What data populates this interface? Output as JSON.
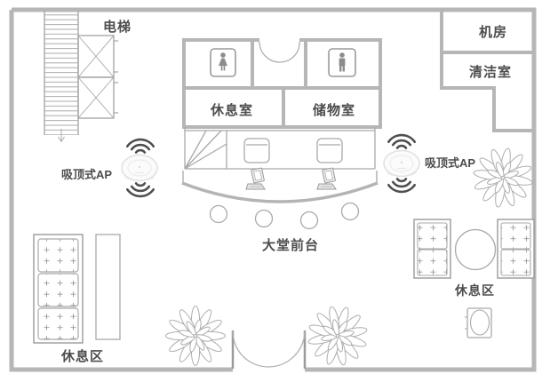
{
  "colors": {
    "wall": "#b6b6b6",
    "thin_line": "#a9a9a9",
    "text": "#4d4d4d",
    "wifi_icon": "#4f4f4f",
    "figure_icon": "#8c8c8c",
    "background": "#ffffff"
  },
  "rooms": {
    "elevator": {
      "label": "电梯"
    },
    "machine_room": {
      "label": "机房"
    },
    "cleaning_room": {
      "label": "清洁室"
    },
    "lounge_room": {
      "label": "休息室"
    },
    "storage_room": {
      "label": "储物室"
    }
  },
  "areas": {
    "front_desk": {
      "label": "大堂前台"
    },
    "rest_area_left": {
      "label": "休息区"
    },
    "rest_area_right": {
      "label": "休息区"
    }
  },
  "access_points": {
    "left": {
      "label": "吸顶式AP"
    },
    "right": {
      "label": "吸顶式AP"
    }
  },
  "icons": [
    "wifi-signal-icon",
    "ceiling-ap-device",
    "woman-restroom-icon",
    "man-restroom-icon",
    "stairs-icon",
    "elevator-shaft-icon",
    "double-door-icon",
    "computer-icon",
    "desk-chair-icon",
    "guest-stool-icon",
    "plant-icon",
    "sofa-icon",
    "table-icon"
  ]
}
